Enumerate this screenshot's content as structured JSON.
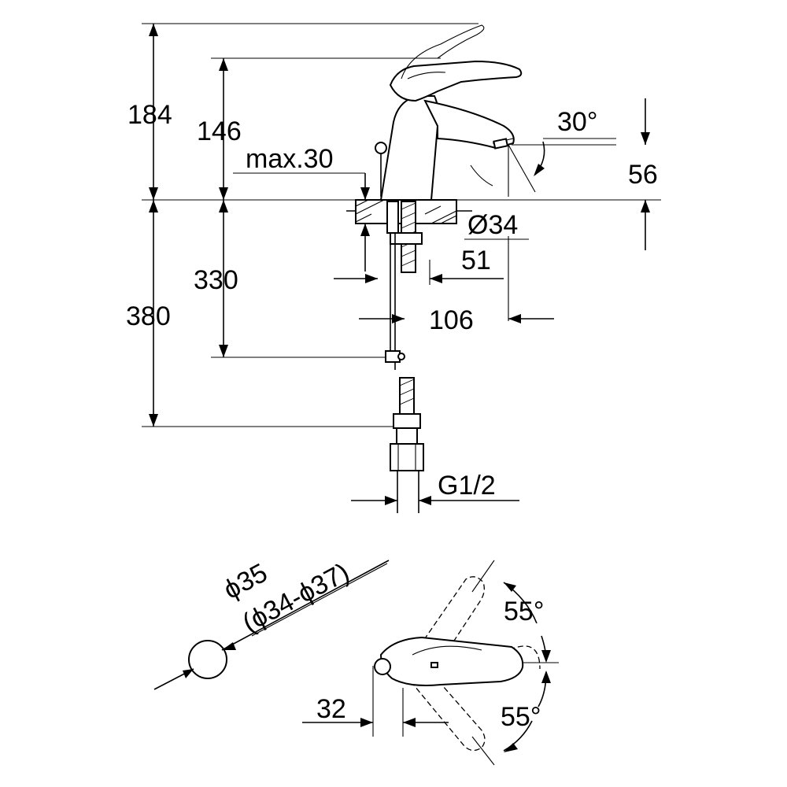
{
  "dimensions": {
    "d184": "184",
    "d146": "146",
    "max30": "max.30",
    "ang30": "30°",
    "d56": "56",
    "dia34": "Ø34",
    "d330": "330",
    "d51": "51",
    "d380": "380",
    "d106": "106",
    "g12": "G1/2",
    "dia35": "ϕ35",
    "dia_range": "(ϕ34-ϕ37)",
    "ang55_top": "55°",
    "ang55_bottom": "55°",
    "d32": "32"
  }
}
